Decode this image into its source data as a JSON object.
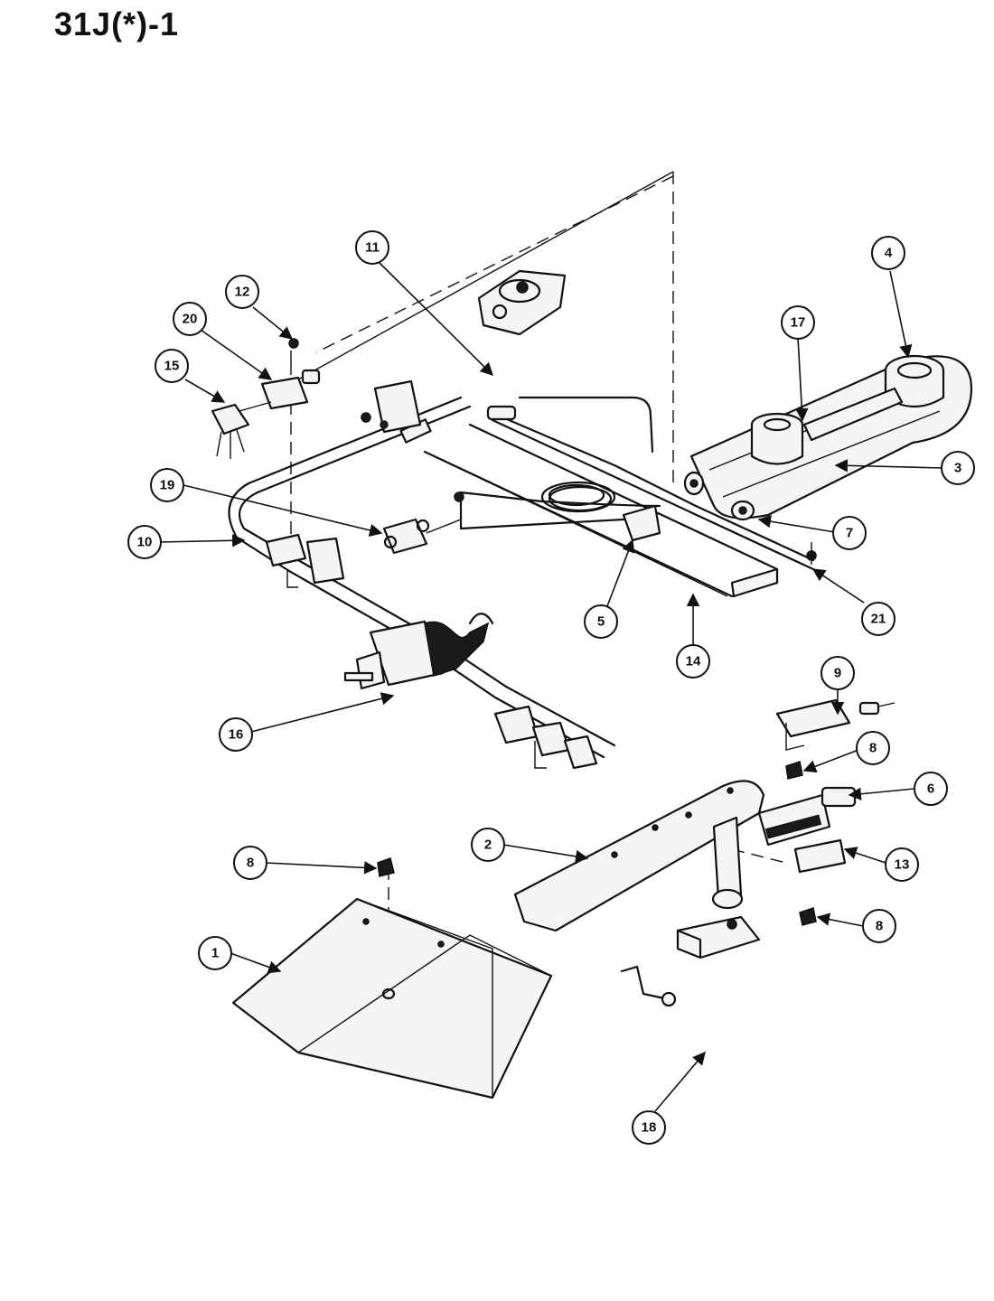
{
  "page": {
    "title": "31J(*)-1"
  },
  "callouts": [
    {
      "id": "c11",
      "label": "11"
    },
    {
      "id": "c12",
      "label": "12"
    },
    {
      "id": "c20",
      "label": "20"
    },
    {
      "id": "c15",
      "label": "15"
    },
    {
      "id": "c4",
      "label": "4"
    },
    {
      "id": "c17",
      "label": "17"
    },
    {
      "id": "c3",
      "label": "3"
    },
    {
      "id": "c7",
      "label": "7"
    },
    {
      "id": "c19",
      "label": "19"
    },
    {
      "id": "c10",
      "label": "10"
    },
    {
      "id": "c5",
      "label": "5"
    },
    {
      "id": "c14",
      "label": "14"
    },
    {
      "id": "c21",
      "label": "21"
    },
    {
      "id": "c16",
      "label": "16"
    },
    {
      "id": "c9",
      "label": "9"
    },
    {
      "id": "c8a",
      "label": "8"
    },
    {
      "id": "c6",
      "label": "6"
    },
    {
      "id": "c2",
      "label": "2"
    },
    {
      "id": "c13",
      "label": "13"
    },
    {
      "id": "c8b",
      "label": "8"
    },
    {
      "id": "c8c",
      "label": "8"
    },
    {
      "id": "c1",
      "label": "1"
    },
    {
      "id": "c18",
      "label": "18"
    }
  ]
}
